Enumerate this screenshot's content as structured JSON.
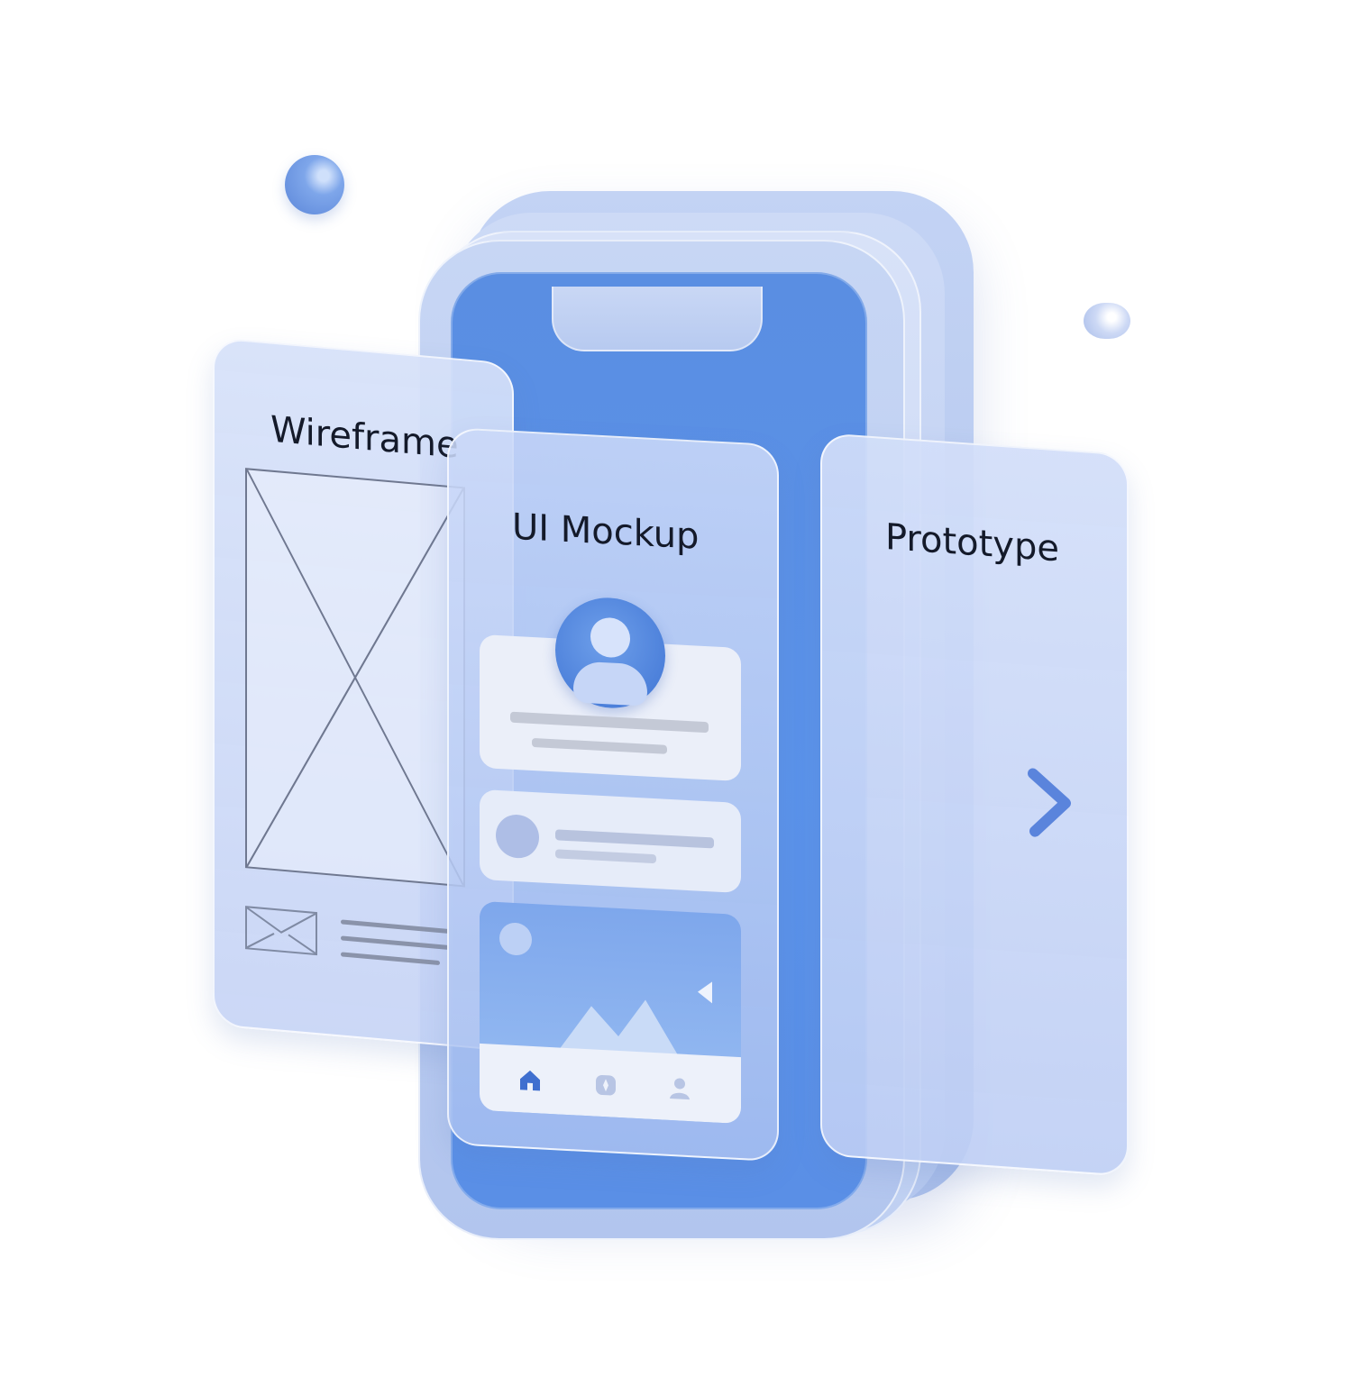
{
  "cards": {
    "wireframe": {
      "title": "Wireframe"
    },
    "mockup": {
      "title": "UI Mockup"
    },
    "prototype": {
      "title": "Prototype"
    }
  },
  "icons": {
    "wireframe_placeholder": "image-placeholder-icon",
    "avatar": "user-avatar-icon",
    "media": "mountain-image-icon",
    "tab_home": "home-icon",
    "tab_compass": "compass-icon",
    "tab_user": "user-icon",
    "next": "arrow-right-icon"
  },
  "colors": {
    "screen": "#5a8ee2",
    "accent": "#3f74d4",
    "card": "#d6e1f9",
    "text": "#141a2a"
  }
}
